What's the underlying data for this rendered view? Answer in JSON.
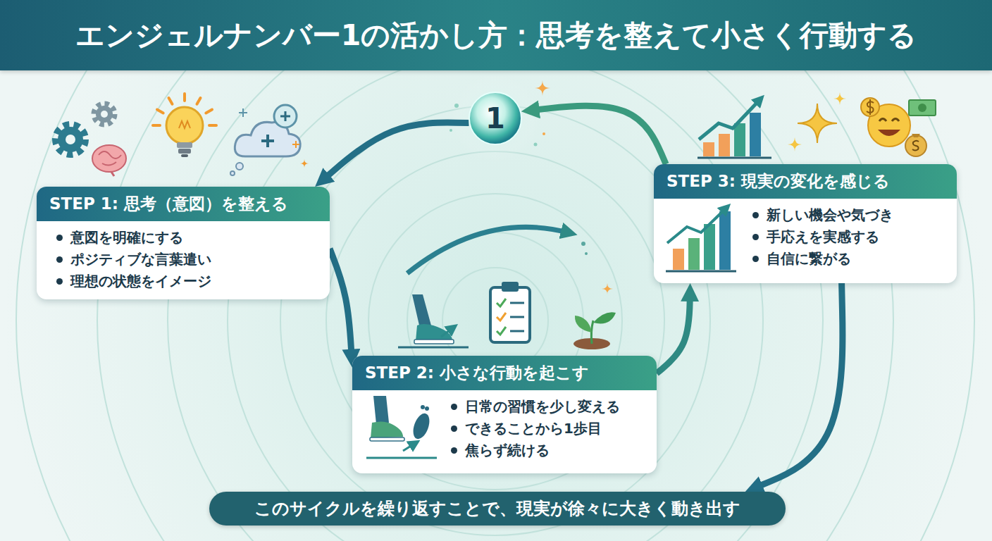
{
  "diagram": {
    "title": "エンジェルナンバー1の活かし方：思考を整えて小さく行動する",
    "nodes": [
      {
        "text": [
          "1"
        ]
      },
      {
        "text": [
          "STEP 1: 思考（意図）を整える",
          "意図を明確にする",
          "ポジティブな言葉遣い",
          "理想の状態をイメージ"
        ]
      },
      {
        "text": [
          "STEP 2: 小さな行動を起こす",
          "日常の習慣を少し変える",
          "できることから1歩目",
          "焦らず続ける"
        ]
      },
      {
        "text": [
          "STEP 3: 現実の変化を感じる",
          "新しい機会や気づき",
          "手応えを実感する",
          "自信に繋がる"
        ]
      },
      {
        "text": [
          "このサイクルを繰り返すことで、現実が徐々に大きく動き出す"
        ]
      }
    ],
    "edges": [
      {
        "from": 0,
        "to": 1,
        "arrow": "to"
      },
      {
        "from": 1,
        "to": 2,
        "arrow": "to"
      },
      {
        "from": 2,
        "to": 3,
        "arrow": "to"
      },
      {
        "from": 3,
        "to": 0,
        "arrow": "to"
      },
      {
        "from": 3,
        "to": 4,
        "arrow": "to"
      }
    ]
  }
}
